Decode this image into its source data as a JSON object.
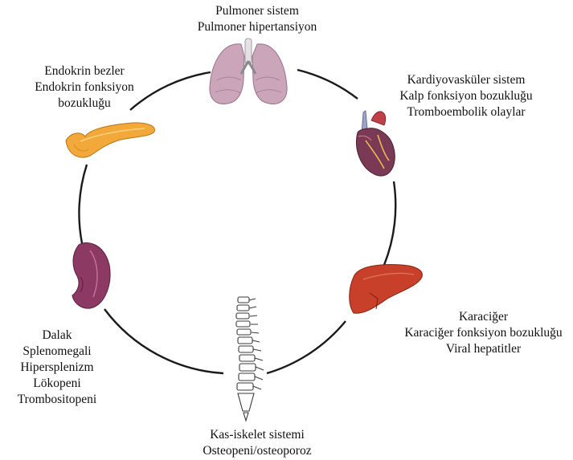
{
  "nodes": [
    {
      "id": "pulmonary",
      "lines": [
        "Pulmoner sistem",
        "Pulmoner hipertansiyon"
      ],
      "icon": "lungs-icon"
    },
    {
      "id": "cardio",
      "lines": [
        "Kardiyovasküler sistem",
        "Kalp fonksiyon bozukluğu",
        "Tromboembolik olaylar"
      ],
      "icon": "heart-icon"
    },
    {
      "id": "liver",
      "lines": [
        "Karaciğer",
        "Karaciğer fonksiyon bozukluğu",
        "Viral hepatitler"
      ],
      "icon": "liver-icon"
    },
    {
      "id": "musculo",
      "lines": [
        "Kas-iskelet sistemi",
        "Osteopeni/osteoporoz"
      ],
      "icon": "spine-icon"
    },
    {
      "id": "spleen",
      "lines": [
        "Dalak",
        "Splenomegali",
        "Hipersplenizm",
        "Lökopeni",
        "Trombositopeni"
      ],
      "icon": "spleen-icon"
    },
    {
      "id": "endocrine",
      "lines": [
        "Endokrin bezler",
        "Endokrin fonksiyon",
        "bozukluğu"
      ],
      "icon": "pancreas-icon"
    }
  ],
  "colors": {
    "lungs": "#c9a0b6",
    "heart": "#7a3a55",
    "liver": "#c23a22",
    "spine": "#444444",
    "spleen": "#8c3a63",
    "pancreas": "#f0a830",
    "circle": "#1a1a1a"
  }
}
